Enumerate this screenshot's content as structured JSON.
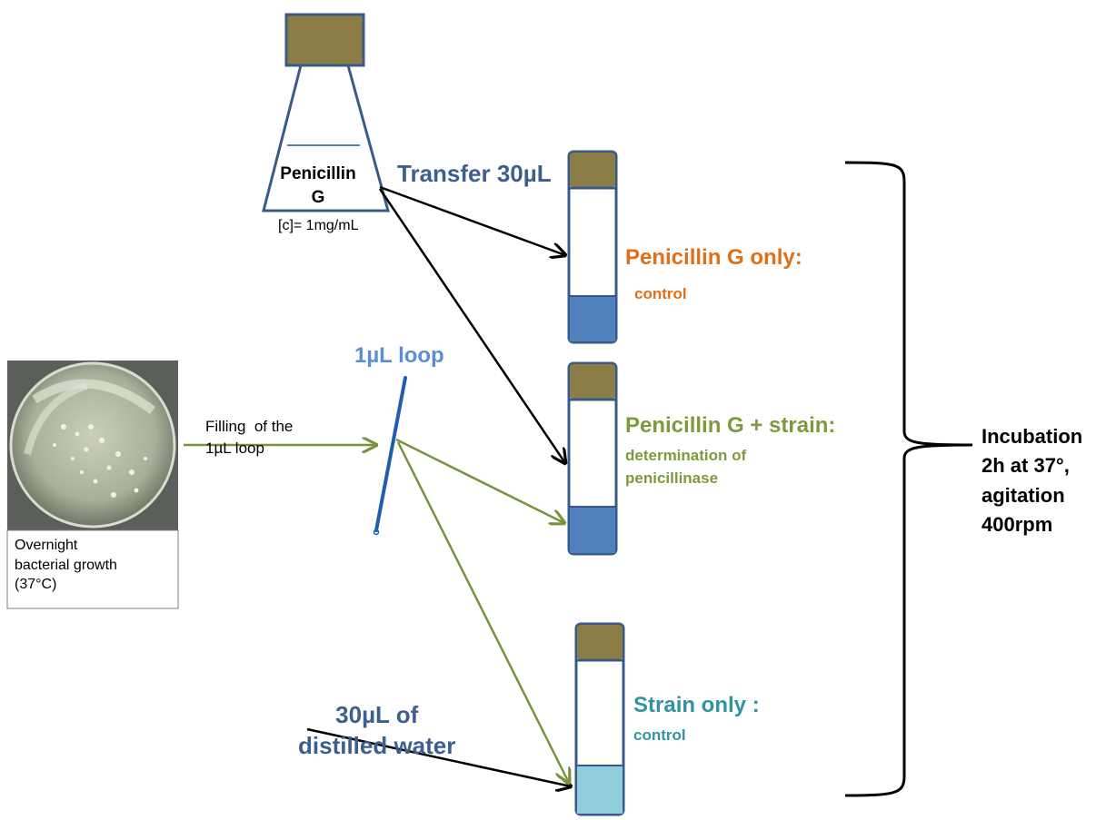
{
  "flask": {
    "title_line1": "Penicillin",
    "title_line2": "G",
    "concentration": "[c]= 1mg/mL"
  },
  "transfer_label": "Transfer 30µL",
  "tube1": {
    "title": "Penicillin G only:",
    "subtitle": "control"
  },
  "loop_label": "1µL loop",
  "filling": {
    "line1": "Filling  of the",
    "line2": "1µL loop"
  },
  "tube2": {
    "title": "Penicillin G + strain:",
    "subtitle_line1": "determination of",
    "subtitle_line2": "penicillinase"
  },
  "water": {
    "line1": "30µL of",
    "line2": "distilled water"
  },
  "tube3": {
    "title": "Strain only :",
    "subtitle": "control"
  },
  "incubation": {
    "line1": "Incubation",
    "line2": "2h at 37°,",
    "line3": "agitation",
    "line4": "400rpm"
  },
  "plate_caption": {
    "line1": "Overnight",
    "line2": "bacterial growth",
    "line3": "(37°C)"
  },
  "colors": {
    "cap": "#8b7d45",
    "tube_border": "#3a5a8a",
    "liquid_blue": "#4f81bd",
    "liquid_light": "#92cddc",
    "arrow_green": "#77933c",
    "arrow_black": "#000000"
  }
}
